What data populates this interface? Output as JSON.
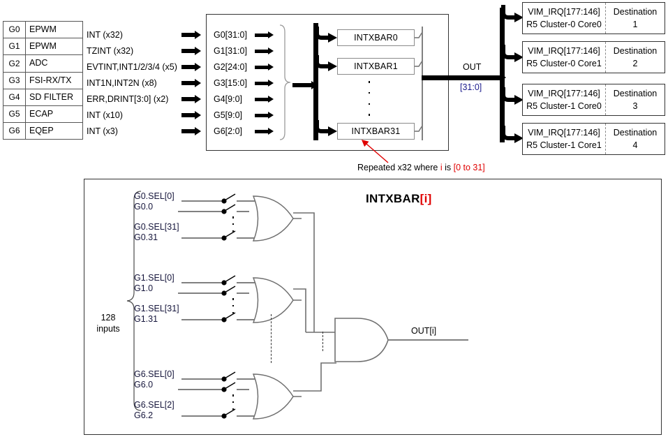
{
  "source_table": {
    "rows": [
      {
        "gid": "G0",
        "module": "EPWM",
        "signals": "INT (x32)"
      },
      {
        "gid": "G1",
        "module": "EPWM",
        "signals": "TZINT (x32)"
      },
      {
        "gid": "G2",
        "module": "ADC",
        "signals": "EVTINT,INT1/2/3/4 (x5)"
      },
      {
        "gid": "G3",
        "module": "FSI-RX/TX",
        "signals": "INT1N,INT2N (x8)"
      },
      {
        "gid": "G4",
        "module": "SD FILTER",
        "signals": "ERR,DRINT[3:0] (x2)"
      },
      {
        "gid": "G5",
        "module": "ECAP",
        "signals": "INT (x10)"
      },
      {
        "gid": "G6",
        "module": "EQEP",
        "signals": "INT (x3)"
      }
    ]
  },
  "bus_labels": [
    "G0[31:0]",
    "G1[31:0]",
    "G2[24:0]",
    "G3[15:0]",
    "G4[9:0]",
    "G5[9:0]",
    "G6[2:0]"
  ],
  "crossbars": {
    "first": "INTXBAR0",
    "second": "INTXBAR1",
    "last": "INTXBAR31"
  },
  "out_bus": {
    "label": "OUT",
    "range": "[31:0]"
  },
  "note": {
    "prefix": "Repeated x32 where ",
    "var": "i",
    "middle": " is ",
    "range": "[0 to 31]"
  },
  "destinations": [
    {
      "irq": "VIM_IRQ[177:146]",
      "core": "R5 Cluster-0 Core0",
      "dest_label": "Destination",
      "dest_num": "1"
    },
    {
      "irq": "VIM_IRQ[177:146]",
      "core": "R5 Cluster-0 Core1",
      "dest_label": "Destination",
      "dest_num": "2"
    },
    {
      "irq": "VIM_IRQ[177:146]",
      "core": "R5 Cluster-1 Core0",
      "dest_label": "Destination",
      "dest_num": "3"
    },
    {
      "irq": "VIM_IRQ[177:146]",
      "core": "R5 Cluster-1 Core1",
      "dest_label": "Destination",
      "dest_num": "4"
    }
  ],
  "detail": {
    "title_main": "INTXBAR",
    "title_index": "[i]",
    "inputs_count": "128",
    "inputs_word": "inputs",
    "output_label": "OUT[i]",
    "groups": [
      {
        "sel_first": "G0.SEL[0]",
        "sig_first": "G0.0",
        "sel_last": "G0.SEL[31]",
        "sig_last": "G0.31"
      },
      {
        "sel_first": "G1.SEL[0]",
        "sig_first": "G1.0",
        "sel_last": "G1.SEL[31]",
        "sig_last": "G1.31"
      },
      {
        "sel_first": "G6.SEL[0]",
        "sig_first": "G6.0",
        "sel_last": "G6.SEL[2]",
        "sig_last": "G6.2"
      }
    ]
  }
}
